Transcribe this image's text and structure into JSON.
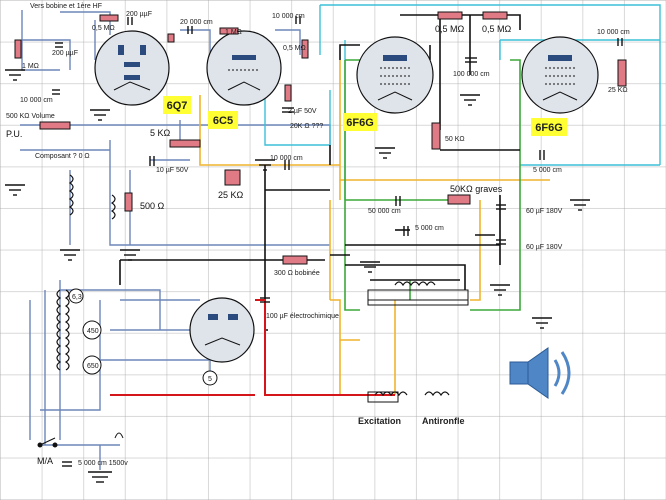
{
  "tubes": {
    "t1": "6Q7",
    "t2": "6C5",
    "t3": "6F6G",
    "t4": "6F6G"
  },
  "labels": {
    "top_note": "Vers bobine et 1ère HF",
    "r_05_top_left": "0,5 MΩ",
    "c_200_top": "200 µµF",
    "c_200_left": "200 µµF",
    "r_1m_left": "1 MΩ",
    "c_20000": "20 000 cm",
    "r_1m_mid": "1 MΩ",
    "c_10000_top": "10 000 cm",
    "r_05_mid": "0,5 MΩ",
    "c_10000_left": "10 000 cm",
    "pot_volume": "500 KΩ Volume",
    "pu": "P.U.",
    "r_5k": "5 KΩ",
    "composant": "Composant ? 0 Ω",
    "c_10uf": "10 µF 50V",
    "r_500": "500 Ω",
    "c_2uf": "2 µF 50V",
    "r_20k": "20K Ω ???",
    "c_10000_mid": "10 000 cm",
    "r_25k_mid": "25 KΩ",
    "r_05_right1": "0,5 MΩ",
    "r_05_right2": "0,5 MΩ",
    "c_100000": "100 000 cm",
    "r_50k": "50 KΩ",
    "c_10000_right": "10 000 cm",
    "r_25k_right": "25 KΩ",
    "c_5000_right": "5 000 cm",
    "pot_graves": "50KΩ graves",
    "c_50000": "50 000 cm",
    "c_5000_mid": "5 000 cm",
    "c_60uf_1": "60 µF 180V",
    "c_60uf_2": "60 µF 180V",
    "r_300": "300 Ω bobinée",
    "c_100uf": "100 µF électrochimique",
    "excitation": "Excitation",
    "antironfle": "Antironfle",
    "ma": "M/A",
    "c_5000_bottom": "5 000 cm 1500v",
    "v_450": "450",
    "v_650": "650",
    "v_63": "6,3",
    "v_5": "5"
  },
  "colors": {
    "black_wire": "#111111",
    "blue_wire": "#6d86b8",
    "cyan_wire": "#3bc0d8",
    "yellow_wire": "#f0b42d",
    "green_wire": "#3ba838",
    "red_wire": "#d4161a",
    "resistor": "#e07b86",
    "tube_fill": "#dfe3ea",
    "tag_bg": "#ffff33",
    "speaker": "#4f86c6"
  }
}
